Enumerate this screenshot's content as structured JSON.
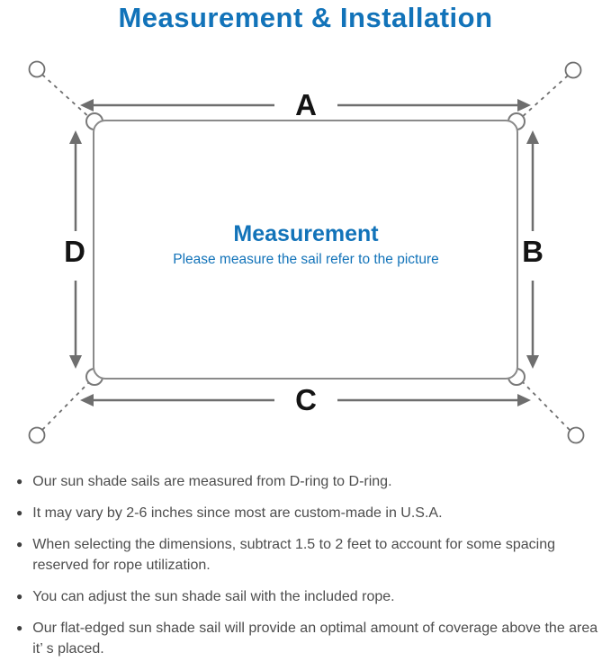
{
  "title": "Measurement & Installation",
  "diagram": {
    "side_labels": {
      "top": "A",
      "right": "B",
      "bottom": "C",
      "left": "D"
    },
    "center_title": "Measurement",
    "center_subtitle": "Please measure the sail refer to the picture"
  },
  "notes": [
    "Our sun shade sails are measured from D-ring to D-ring.",
    "It may vary by 2-6 inches since most are custom-made in U.S.A.",
    "When selecting the dimensions, subtract 1.5 to 2 feet to account for some spacing reserved for rope utilization.",
    "You can adjust the sun shade sail with the included rope.",
    "Our flat-edged sun shade sail will provide an optimal amount of coverage above the area it’ s placed."
  ],
  "bullet_glyph": "●",
  "colors": {
    "accent_blue": "#1273b9",
    "line_gray": "#6e6e6e",
    "outline_gray": "#8a8a8a",
    "label_black": "#141414",
    "body_text_gray": "#4d4d4d"
  }
}
